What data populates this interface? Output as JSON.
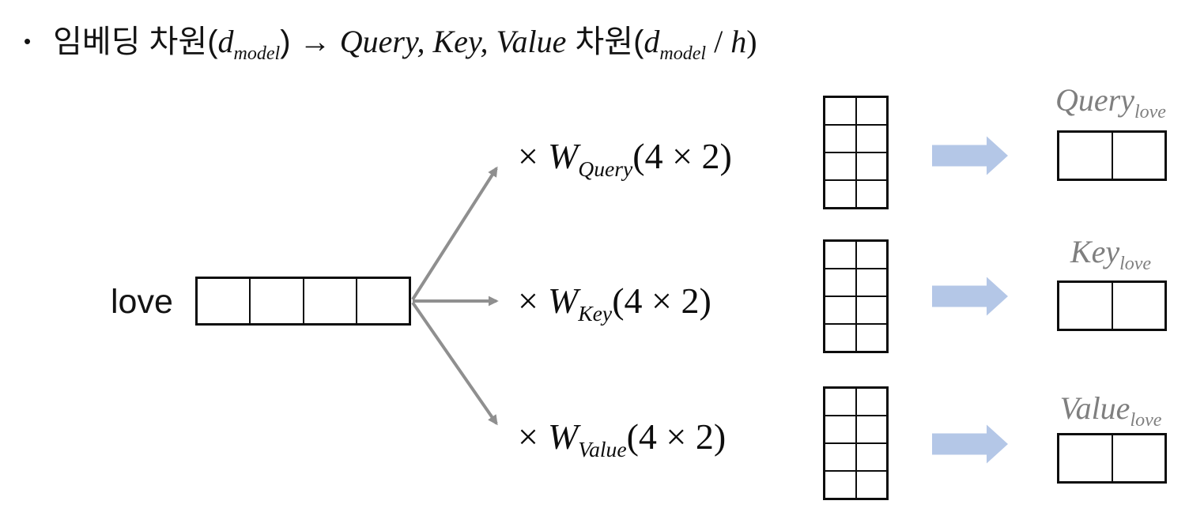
{
  "slide": {
    "background": "#ffffff",
    "title": {
      "bullet": "•",
      "segments": {
        "kr_embedding": "임베딩 차원(",
        "d1": "d",
        "d1_sub": "model",
        "arrow": ") → ",
        "qkv": "Query, Key, Value",
        "kr_dimension": " 차원(",
        "d2": "d",
        "d2_sub": "model",
        "slash": " / ",
        "h": "h",
        "close": ")"
      }
    }
  },
  "diagram": {
    "input": {
      "word": "love",
      "vector_cells": 4
    },
    "rows": [
      {
        "times": "×",
        "weight_symbol": "W",
        "weight_subscript": "Query",
        "dims": "(4 × 2)",
        "matrix_rows": 4,
        "matrix_cols": 2,
        "result_name": "Query",
        "result_subscript": "love",
        "result_cells": 2
      },
      {
        "times": "×",
        "weight_symbol": "W",
        "weight_subscript": "Key",
        "dims": "(4 × 2)",
        "matrix_rows": 4,
        "matrix_cols": 2,
        "result_name": "Key",
        "result_subscript": "love",
        "result_cells": 2
      },
      {
        "times": "×",
        "weight_symbol": "W",
        "weight_subscript": "Value",
        "dims": "(4 × 2)",
        "matrix_rows": 4,
        "matrix_cols": 2,
        "result_name": "Value",
        "result_subscript": "love",
        "result_cells": 2
      }
    ],
    "colors": {
      "connector_gray": "#8f8f8f",
      "block_arrow_blue": "#b4c7e7",
      "result_label_gray": "#7f7f7f",
      "grid_black": "#0d0d0d"
    }
  }
}
